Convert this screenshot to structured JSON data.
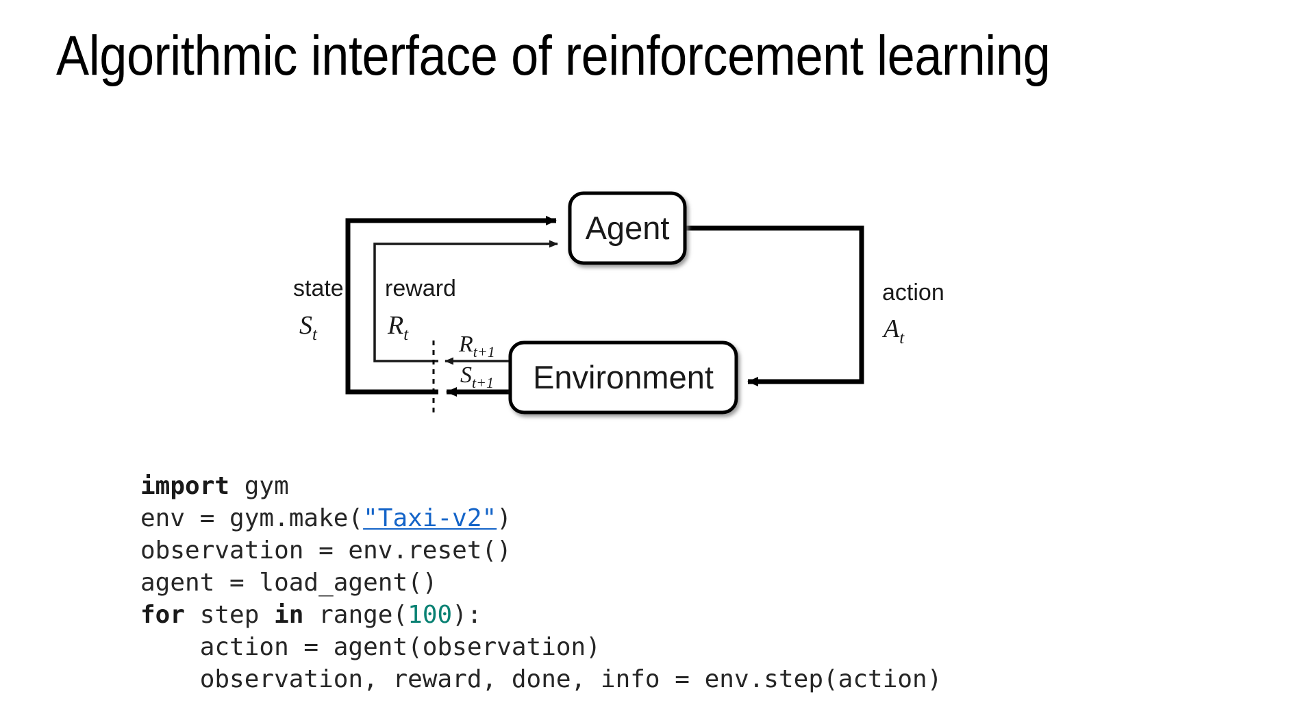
{
  "slide": {
    "title": "Algorithmic interface of reinforcement learning",
    "background_color": "#ffffff",
    "text_color": "#000000"
  },
  "diagram": {
    "name": "agent-environment-interaction-loop",
    "nodes": [
      {
        "id": "agent",
        "label": "Agent"
      },
      {
        "id": "environment",
        "label": "Environment"
      }
    ],
    "edge_labels": [
      {
        "id": "state",
        "text": "state",
        "symbol": "S",
        "subscript": "t"
      },
      {
        "id": "reward",
        "text": "reward",
        "symbol": "R",
        "subscript": "t"
      },
      {
        "id": "action",
        "text": "action",
        "symbol": "A",
        "subscript": "t"
      },
      {
        "id": "reward-next",
        "symbol": "R",
        "subscript": "t+1"
      },
      {
        "id": "state-next",
        "symbol": "S",
        "subscript": "t+1"
      }
    ],
    "stroke_color": "#000000",
    "fill_color": "#ffffff"
  },
  "code": {
    "language": "python",
    "link_color": "#1464c8",
    "number_color": "#098173",
    "text_color": "#262626",
    "lines": [
      {
        "id": "line-1",
        "segments": [
          {
            "text": "import",
            "style": "keyword"
          },
          {
            "text": " gym",
            "style": "plain"
          }
        ]
      },
      {
        "id": "line-2",
        "segments": [
          {
            "text": "env = gym.make(",
            "style": "plain"
          },
          {
            "text": "\"Taxi-v2\"",
            "style": "link"
          },
          {
            "text": ")",
            "style": "plain"
          }
        ]
      },
      {
        "id": "line-3",
        "segments": [
          {
            "text": "observation = env.reset()",
            "style": "plain"
          }
        ]
      },
      {
        "id": "line-4",
        "segments": [
          {
            "text": "agent = load_agent()",
            "style": "plain"
          }
        ]
      },
      {
        "id": "line-5",
        "segments": [
          {
            "text": "for",
            "style": "keyword"
          },
          {
            "text": " step ",
            "style": "plain"
          },
          {
            "text": "in",
            "style": "keyword"
          },
          {
            "text": " range(",
            "style": "plain"
          },
          {
            "text": "100",
            "style": "number"
          },
          {
            "text": "):",
            "style": "plain"
          }
        ]
      },
      {
        "id": "line-6",
        "segments": [
          {
            "text": "    action = agent(observation)",
            "style": "plain"
          }
        ]
      },
      {
        "id": "line-7",
        "segments": [
          {
            "text": "    observation, reward, done, info = env.step(action)",
            "style": "plain"
          }
        ]
      }
    ]
  }
}
